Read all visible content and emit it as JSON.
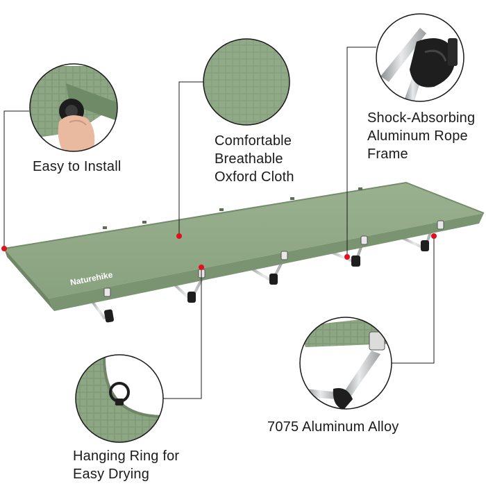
{
  "features": {
    "easy_install": "Easy to Install",
    "oxford_cloth": "Comfortable\nBreathable\nOxford Cloth",
    "frame": "Shock-Absorbing\nAluminum Rope\nFrame",
    "alloy": "7075 Aluminum Alloy",
    "hanging_ring": "Hanging Ring for\nEasy Drying"
  },
  "brand": {
    "logo_text": "Naturehike"
  },
  "colors": {
    "fabric": "#8da683",
    "fabric_dark": "#71896a",
    "fabric_light": "#a3b99a",
    "pointer_dot": "#e0101e",
    "leader_line": "#1a1a1a",
    "aluminum": "#c9cbcc",
    "black_joint": "#1e1e1e",
    "background": "#ffffff"
  },
  "icons": {
    "callout_marker": "red-dot",
    "circle_frame": "black-circle-outline"
  }
}
